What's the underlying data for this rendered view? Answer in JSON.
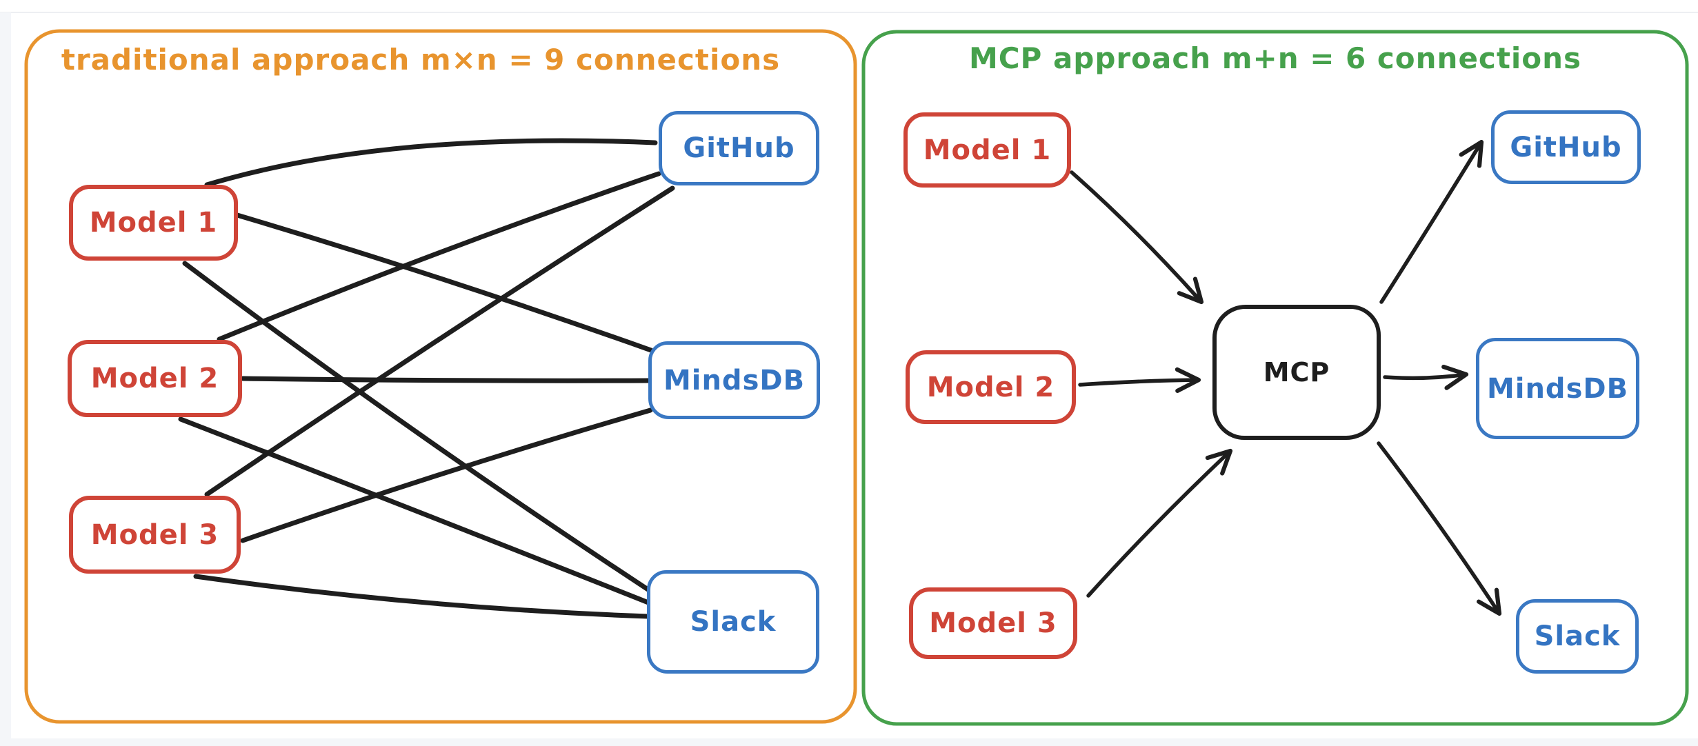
{
  "page": {
    "background": "#ffffff",
    "edge_tint": "#f4f6f9"
  },
  "colors": {
    "model_node": "#cf4437",
    "service_node": "#3a78c3",
    "hub_node": "#1e1e1e",
    "edge": "#1e1e1e",
    "traditional_accent": "#e8942e",
    "mcp_accent": "#46a14c"
  },
  "panels": {
    "traditional": {
      "title": "traditional approach m×n = 9 connections",
      "accent_color": "#e8942e",
      "connection_count": 9,
      "models": [
        {
          "label": "Model 1"
        },
        {
          "label": "Model 2"
        },
        {
          "label": "Model 3"
        }
      ],
      "services": [
        {
          "label": "GitHub"
        },
        {
          "label": "MindsDB"
        },
        {
          "label": "Slack"
        }
      ],
      "connections": [
        {
          "from": "Model 1",
          "to": "GitHub"
        },
        {
          "from": "Model 1",
          "to": "MindsDB"
        },
        {
          "from": "Model 1",
          "to": "Slack"
        },
        {
          "from": "Model 2",
          "to": "GitHub"
        },
        {
          "from": "Model 2",
          "to": "MindsDB"
        },
        {
          "from": "Model 2",
          "to": "Slack"
        },
        {
          "from": "Model 3",
          "to": "GitHub"
        },
        {
          "from": "Model 3",
          "to": "MindsDB"
        },
        {
          "from": "Model 3",
          "to": "Slack"
        }
      ]
    },
    "mcp": {
      "title": "MCP approach m+n = 6 connections",
      "accent_color": "#46a14c",
      "connection_count": 6,
      "hub": {
        "label": "MCP"
      },
      "models": [
        {
          "label": "Model 1"
        },
        {
          "label": "Model 2"
        },
        {
          "label": "Model 3"
        }
      ],
      "services": [
        {
          "label": "GitHub"
        },
        {
          "label": "MindsDB"
        },
        {
          "label": "Slack"
        }
      ],
      "connections": [
        {
          "from": "Model 1",
          "to": "MCP"
        },
        {
          "from": "Model 2",
          "to": "MCP"
        },
        {
          "from": "Model 3",
          "to": "MCP"
        },
        {
          "from": "MCP",
          "to": "GitHub"
        },
        {
          "from": "MCP",
          "to": "MindsDB"
        },
        {
          "from": "MCP",
          "to": "Slack"
        }
      ]
    }
  }
}
